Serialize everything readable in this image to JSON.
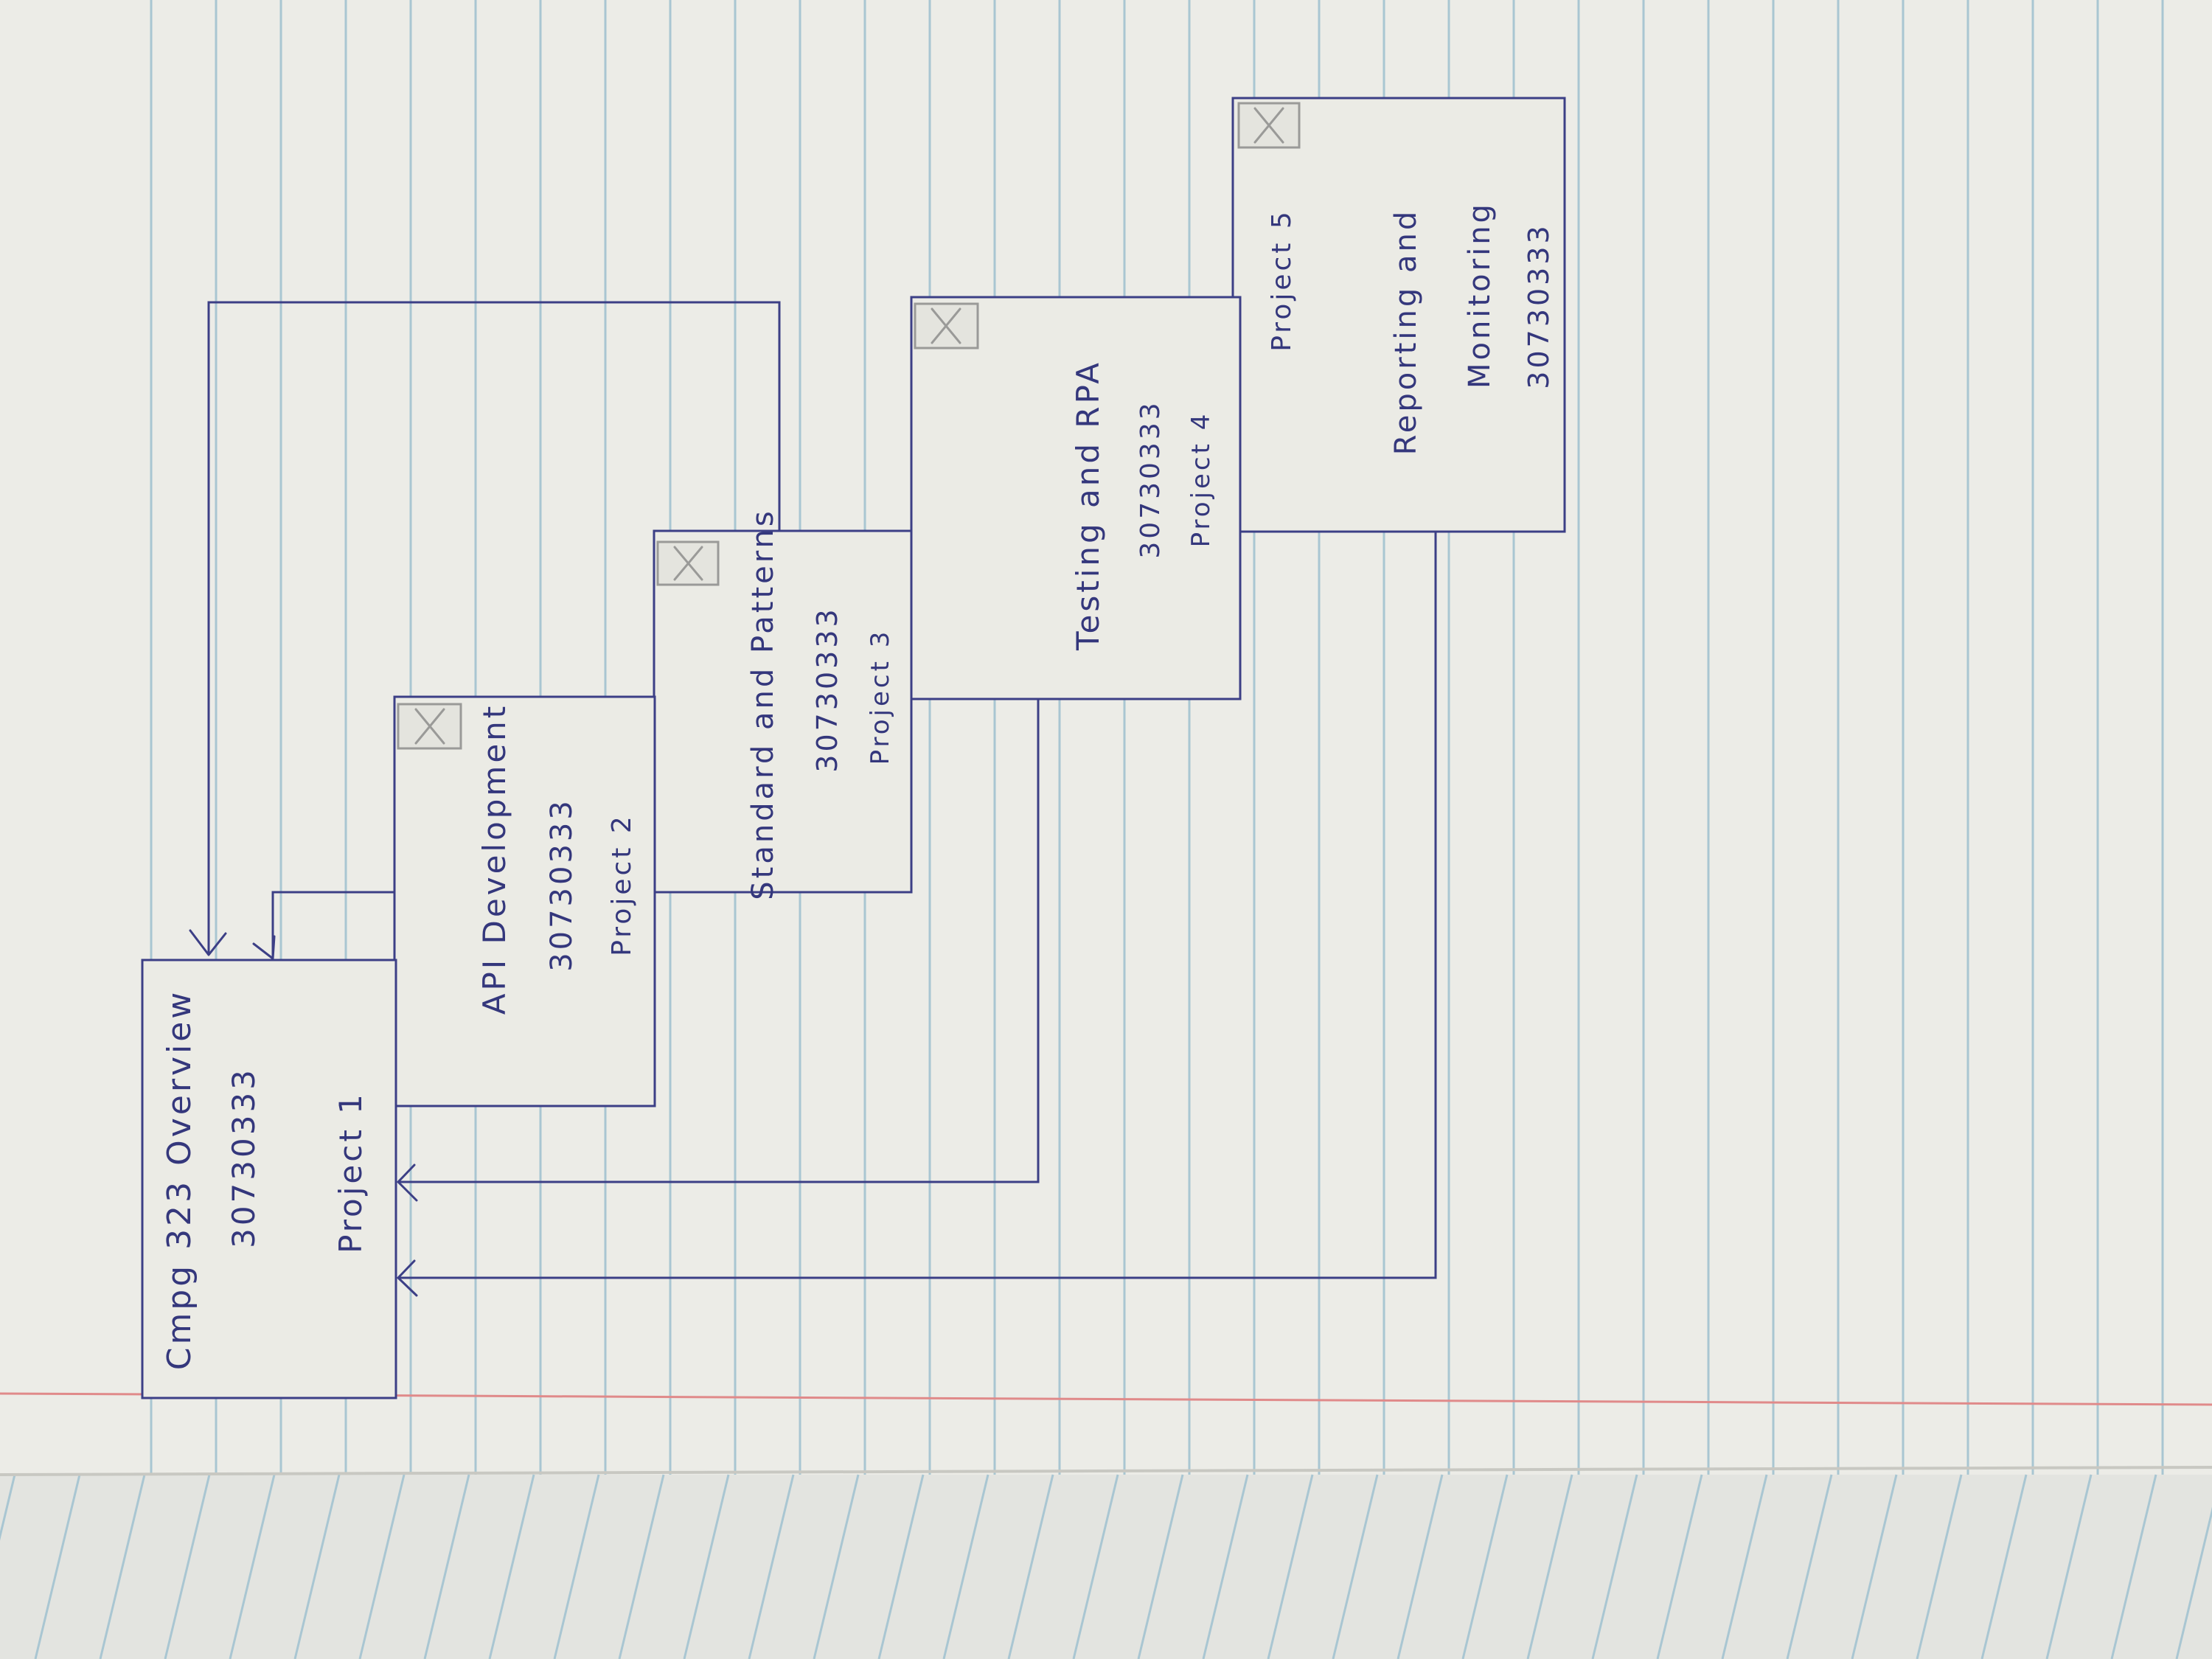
{
  "colors": {
    "ink": "#3c3f86",
    "paper": "#ecece7",
    "rule_line": "#a9c6d2",
    "margin_line": "#e08a8a",
    "image_icon": "#9a9a98"
  },
  "diagram": {
    "nodes": [
      {
        "id": "overview",
        "title": "Cmpg 323 Overview",
        "code": "30730333",
        "label": "Project 1",
        "icon": "none"
      },
      {
        "id": "api",
        "title": "API Development",
        "code": "30730333",
        "label": "Project 2",
        "icon": "image-placeholder-icon"
      },
      {
        "id": "standards",
        "title": "Standard and Patterns",
        "code": "30730333",
        "label": "Project 3",
        "icon": "image-placeholder-icon"
      },
      {
        "id": "testing",
        "title": "Testing and RPA",
        "code": "30730333",
        "label": "Project 4",
        "icon": "image-placeholder-icon"
      },
      {
        "id": "reporting",
        "title_line1": "Reporting and",
        "title_line2": "Monitoring",
        "code": "30730333",
        "label": "Project 5",
        "icon": "image-placeholder-icon"
      }
    ],
    "connections": [
      {
        "from": "api",
        "to": "overview"
      },
      {
        "from": "standards",
        "to": "overview"
      },
      {
        "from": "testing",
        "to": "overview"
      },
      {
        "from": "reporting",
        "to": "overview"
      }
    ]
  }
}
